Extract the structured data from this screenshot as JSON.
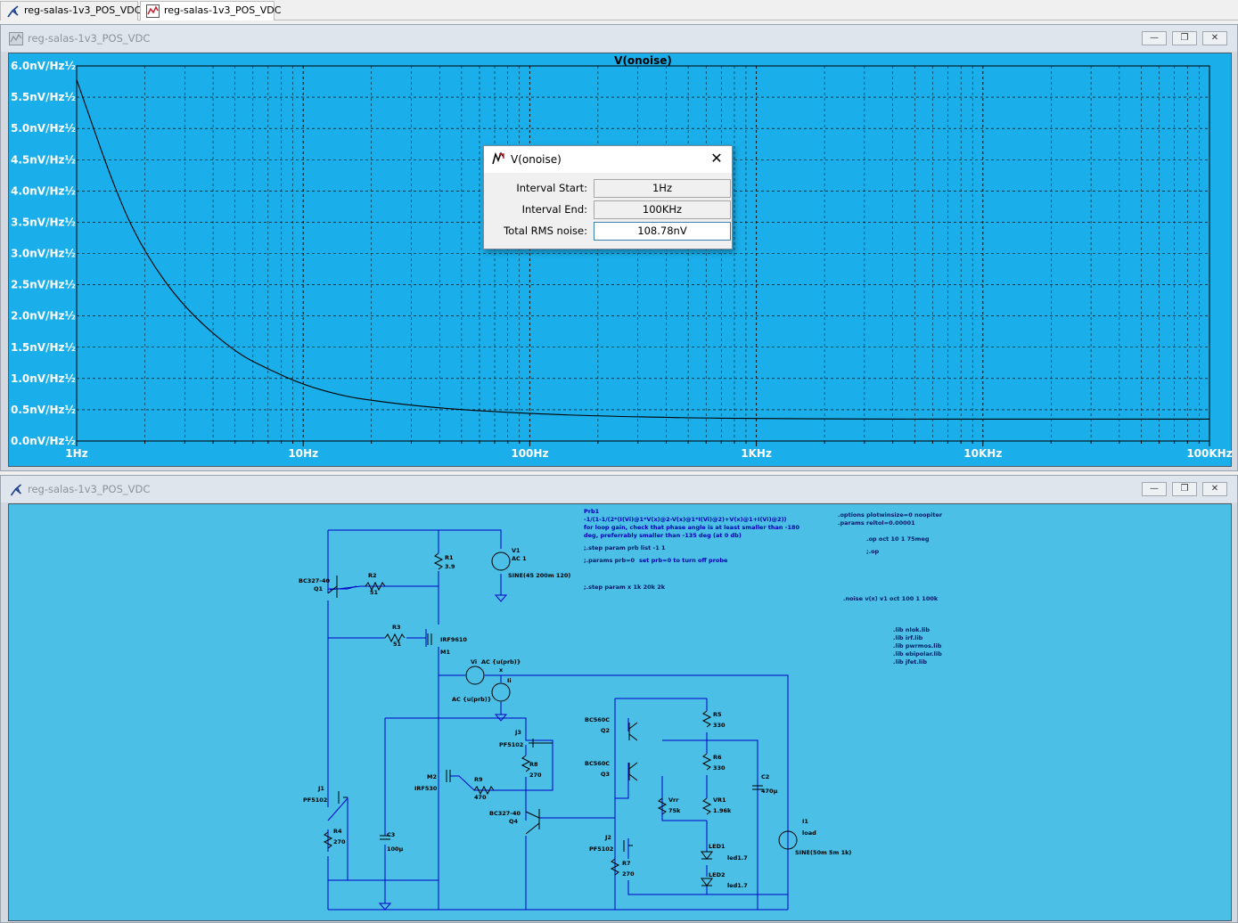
{
  "tabs": [
    {
      "label": "reg-salas-1v3_POS_VDC",
      "icon": "schematic-icon"
    },
    {
      "label": "reg-salas-1v3_POS_VDC",
      "icon": "waveform-icon"
    }
  ],
  "plot_window": {
    "title": "reg-salas-1v3_POS_VDC",
    "trace_name": "V(onoise)",
    "buttons": {
      "minimize": "—",
      "restore": "❐",
      "close": "✕"
    }
  },
  "chart_data": {
    "type": "line",
    "title": "V(onoise)",
    "x_scale": "log",
    "xlim": [
      1,
      100000
    ],
    "x_ticks": [
      "1Hz",
      "10Hz",
      "100Hz",
      "1KHz",
      "10KHz",
      "100KHz"
    ],
    "ylim": [
      0,
      6.0
    ],
    "y_ticks": [
      "0.0nV/Hz½",
      "0.5nV/Hz½",
      "1.0nV/Hz½",
      "1.5nV/Hz½",
      "2.0nV/Hz½",
      "2.5nV/Hz½",
      "3.0nV/Hz½",
      "3.5nV/Hz½",
      "4.0nV/Hz½",
      "4.5nV/Hz½",
      "5.0nV/Hz½",
      "5.5nV/Hz½",
      "6.0nV/Hz½"
    ],
    "grid": true,
    "series": [
      {
        "x": [
          1,
          1.5,
          2,
          3,
          5,
          7,
          10,
          15,
          20,
          30,
          50,
          70,
          100,
          200,
          500,
          1000,
          3000,
          10000,
          100000
        ],
        "values": [
          5.78,
          3.95,
          3.0,
          2.12,
          1.42,
          1.15,
          0.9,
          0.72,
          0.65,
          0.57,
          0.5,
          0.47,
          0.44,
          0.4,
          0.37,
          0.36,
          0.35,
          0.35,
          0.35
        ]
      }
    ],
    "colors": {
      "background": "#1aaeea",
      "trace": "#000000",
      "grid": "#000000"
    }
  },
  "dialog": {
    "title": "V(onoise)",
    "close": "✕",
    "rows": [
      {
        "label": "Interval Start:",
        "value": "1Hz"
      },
      {
        "label": "Interval End:",
        "value": "100KHz"
      },
      {
        "label": "Total RMS noise:",
        "value": "108.78nV"
      }
    ]
  },
  "schematic_window": {
    "title": "reg-salas-1v3_POS_VDC",
    "buttons": {
      "minimize": "—",
      "restore": "❐",
      "close": "✕"
    },
    "directives": {
      "probe": [
        "Prb1",
        "-1/(1-1/(2*(I(Vi)@1*V(x)@2-V(x)@1*I(Vi)@2)+V(x)@1+I(Vi)@2))",
        "for loop gain, check that phase angle is at least smaller than -180",
        "deg, preferrably smaller than -135 deg (at 0 db)"
      ],
      "step_prb": ";.step param prb list -1 1",
      "params_prb": ";.params prb=0",
      "params_prb_note": "set prb=0 to turn off probe",
      "step_x": ";.step param x 1k 20k 2k",
      "options": ".options plotwinsize=0 noopiter",
      "params_reltol": ".params reltol=0.00001",
      "op1": ".op oct 10 1 75meg",
      "op2": ";.op",
      "noise": ".noise v(x) v1 oct 100 1 100k",
      "libs": [
        ".lib nlok.lib",
        ".lib irf.lib",
        ".lib pwrmos.lib",
        ".lib ebipolar.lib",
        ".lib jfet.lib"
      ]
    },
    "labels": {
      "q1": "BC327-40",
      "q1n": "Q1",
      "r2": "R2",
      "r2v": "51",
      "r1": "R1",
      "r1v": "3.9",
      "v1": "V1",
      "v1ac": "AC 1",
      "v1sine": "SINE(45 200m 120)",
      "r3": "R3",
      "r3v": "51",
      "m1m": "IRF9610",
      "m1": "M1",
      "vi": "Vi",
      "viac": "AC {u(prb)}",
      "ii": "Ii",
      "iiac": "AC {u(prb)}",
      "x": "x",
      "j3": "J3",
      "j3m": "PF5102",
      "r8": "R8",
      "r8v": "270",
      "m2": "M2",
      "m2m": "IRF530",
      "r9": "R9",
      "r9v": "470",
      "q4m": "BC327-40",
      "q4": "Q4",
      "j1": "J1",
      "j1m": "PF5102",
      "r4": "R4",
      "r4v": "270",
      "c3": "C3",
      "c3v": "100µ",
      "q2m": "BC560C",
      "q2": "Q2",
      "q3m": "BC560C",
      "q3": "Q3",
      "r5": "R5",
      "r5v": "330",
      "r6": "R6",
      "r6v": "330",
      "vrr": "Vrr",
      "vrrv": "75k",
      "vr1": "VR1",
      "vr1v": "1.96k",
      "c2": "C2",
      "c2v": "470µ",
      "j2": "J2",
      "j2m": "PF5102",
      "r7": "R7",
      "r7v": "270",
      "led1": "LED1",
      "led1v": "led1.7",
      "led2": "LED2",
      "led2v": "led1.7",
      "i1": "I1",
      "i1load": "load",
      "i1sine": "SINE(50m 5m 1k)"
    }
  }
}
